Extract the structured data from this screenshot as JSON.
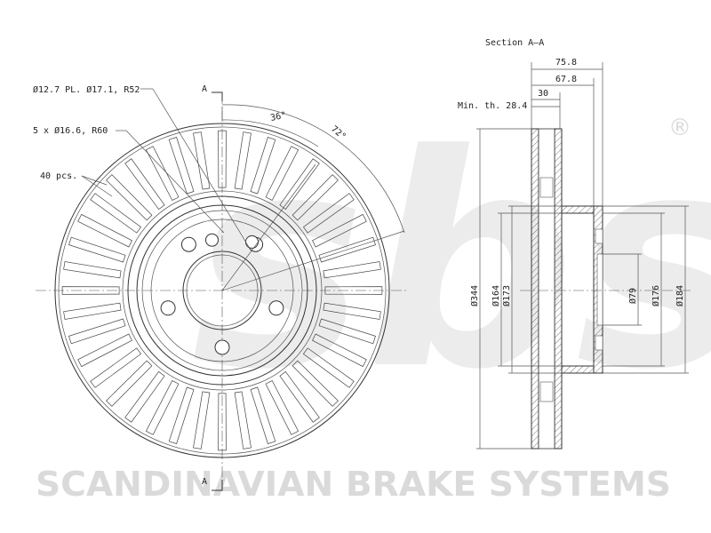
{
  "watermark": {
    "logo_text": "sbs",
    "registered_mark": "®",
    "company": "SCANDINAVIAN BRAKE SYSTEMS"
  },
  "front_view": {
    "section_marker": "A",
    "callouts": {
      "bolt_holes": "Ø12.7 PL. Ø17.1, R52",
      "wheel_holes": "5 x Ø16.6, R60",
      "vanes": "40 pcs."
    },
    "angles": {
      "small": "36°",
      "large": "72°"
    }
  },
  "section_view": {
    "title": "Section A–A",
    "min_thickness": "Min. th. 28.4",
    "top_dims": [
      "75.8",
      "67.8",
      "30"
    ],
    "diameters": {
      "outer": "Ø344",
      "hat_outer": "Ø173",
      "hat_inner": "Ø164",
      "center_bore": "Ø79",
      "flange": "Ø176",
      "mount": "Ø184"
    }
  },
  "colors": {
    "line": "#333333",
    "watermark": "#d7d7d7",
    "hatch": "#555555"
  }
}
